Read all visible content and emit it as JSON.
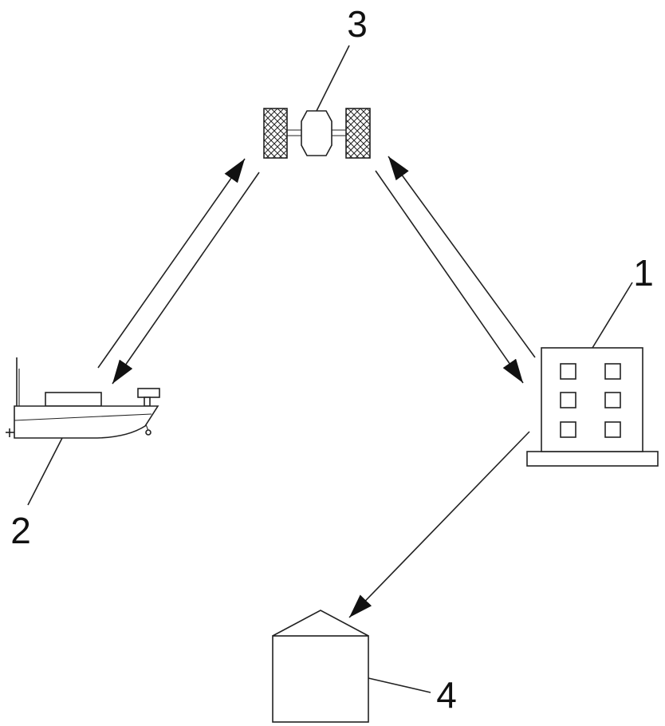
{
  "labels": {
    "building": "1",
    "boat": "2",
    "satellite": "3",
    "silo": "4"
  },
  "colors": {
    "line": "#222222",
    "background": "#ffffff"
  }
}
